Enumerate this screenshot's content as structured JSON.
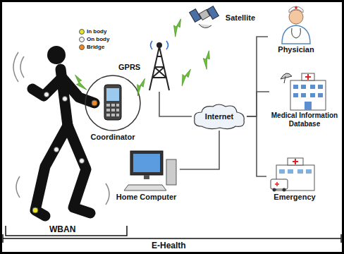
{
  "diagram": {
    "nodes": [
      {
        "text": [
          "Satellite"
        ]
      },
      {
        "text": [
          "Physician"
        ]
      },
      {
        "text": [
          "GPRS"
        ]
      },
      {
        "text": [
          "Coordinator"
        ]
      },
      {
        "text": [
          "Internet"
        ]
      },
      {
        "text": [
          "Medical Information Database"
        ]
      },
      {
        "text": [
          "Home Computer"
        ]
      },
      {
        "text": [
          "Emergency"
        ]
      }
    ],
    "edges": [
      {
        "from": 2,
        "to": 4,
        "arrow": "none"
      },
      {
        "from": 6,
        "to": 4,
        "arrow": "none"
      },
      {
        "from": 4,
        "to": 1,
        "arrow": "none"
      },
      {
        "from": 4,
        "to": 5,
        "arrow": "none"
      },
      {
        "from": 4,
        "to": 7,
        "arrow": "none"
      }
    ],
    "labels": [
      "WBAN",
      "E-Health"
    ],
    "legend": [
      {
        "text": "In body",
        "color": "#e6e62e"
      },
      {
        "text": "On body",
        "color": "#f2f2f2"
      },
      {
        "text": "Bridge",
        "color": "#f08a24"
      }
    ]
  }
}
